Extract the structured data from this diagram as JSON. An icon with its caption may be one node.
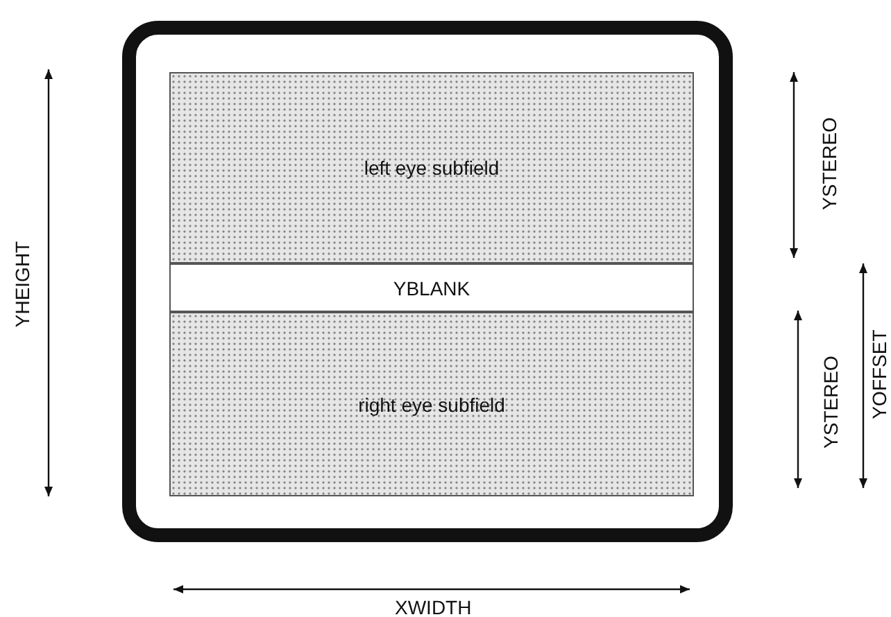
{
  "diagram": {
    "nodes": [
      {
        "text": [],
        "shape": "box"
      },
      {
        "text": [
          "left eye subfield"
        ],
        "in": 0
      },
      {
        "text": [
          "YBLANK"
        ],
        "in": 0
      },
      {
        "text": [
          "right eye subfield"
        ],
        "in": 0
      }
    ],
    "labels": [
      "YHEIGHT",
      "YSTEREO",
      "YSTEREO",
      "YOFFSET",
      "XWIDTH"
    ]
  }
}
